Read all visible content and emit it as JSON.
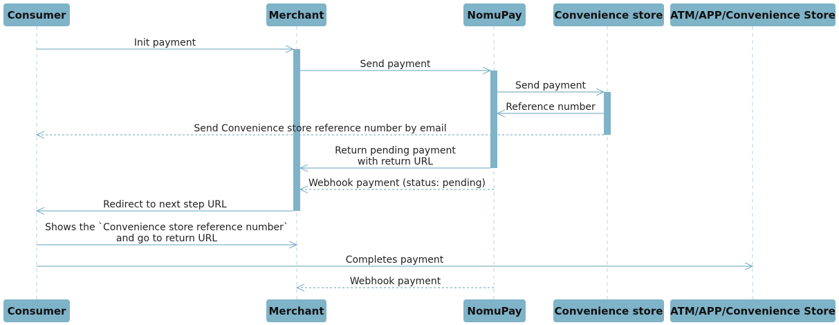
{
  "participants": [
    {
      "id": "consumer",
      "label": "Consumer"
    },
    {
      "id": "merchant",
      "label": "Merchant"
    },
    {
      "id": "nomupay",
      "label": "NomuPay"
    },
    {
      "id": "store",
      "label": "Convenience store"
    },
    {
      "id": "atm",
      "label": "ATM/APP/Convenience Store"
    }
  ],
  "messages": [
    {
      "from": "consumer",
      "to": "merchant",
      "style": "solid",
      "lines": [
        "Init payment"
      ]
    },
    {
      "from": "merchant",
      "to": "nomupay",
      "style": "solid",
      "lines": [
        "Send payment"
      ]
    },
    {
      "from": "nomupay",
      "to": "store",
      "style": "solid",
      "lines": [
        "Send payment"
      ]
    },
    {
      "from": "store",
      "to": "nomupay",
      "style": "solid",
      "lines": [
        "Reference number"
      ]
    },
    {
      "from": "store",
      "to": "consumer",
      "style": "dashed",
      "lines": [
        "Send Convenience store reference number by email"
      ]
    },
    {
      "from": "nomupay",
      "to": "merchant",
      "style": "solid",
      "lines": [
        "Return pending payment",
        "with return URL"
      ]
    },
    {
      "from": "nomupay",
      "to": "merchant",
      "style": "dashed",
      "lines": [
        "Webhook payment (status: pending)"
      ]
    },
    {
      "from": "merchant",
      "to": "consumer",
      "style": "solid",
      "lines": [
        "Redirect to next step URL"
      ]
    },
    {
      "from": "consumer",
      "to": "merchant",
      "style": "solid",
      "lines": [
        "Shows the `Convenience store reference number`",
        "and go to return URL"
      ]
    },
    {
      "from": "consumer",
      "to": "atm",
      "style": "solid",
      "lines": [
        "Completes payment"
      ]
    },
    {
      "from": "nomupay",
      "to": "merchant",
      "style": "dashed",
      "lines": [
        "Webhook payment"
      ]
    }
  ],
  "colors": {
    "participant_fill": "#7fb3c8",
    "arrow": "#7fb3c8",
    "lifeline": "#b8d2de"
  }
}
